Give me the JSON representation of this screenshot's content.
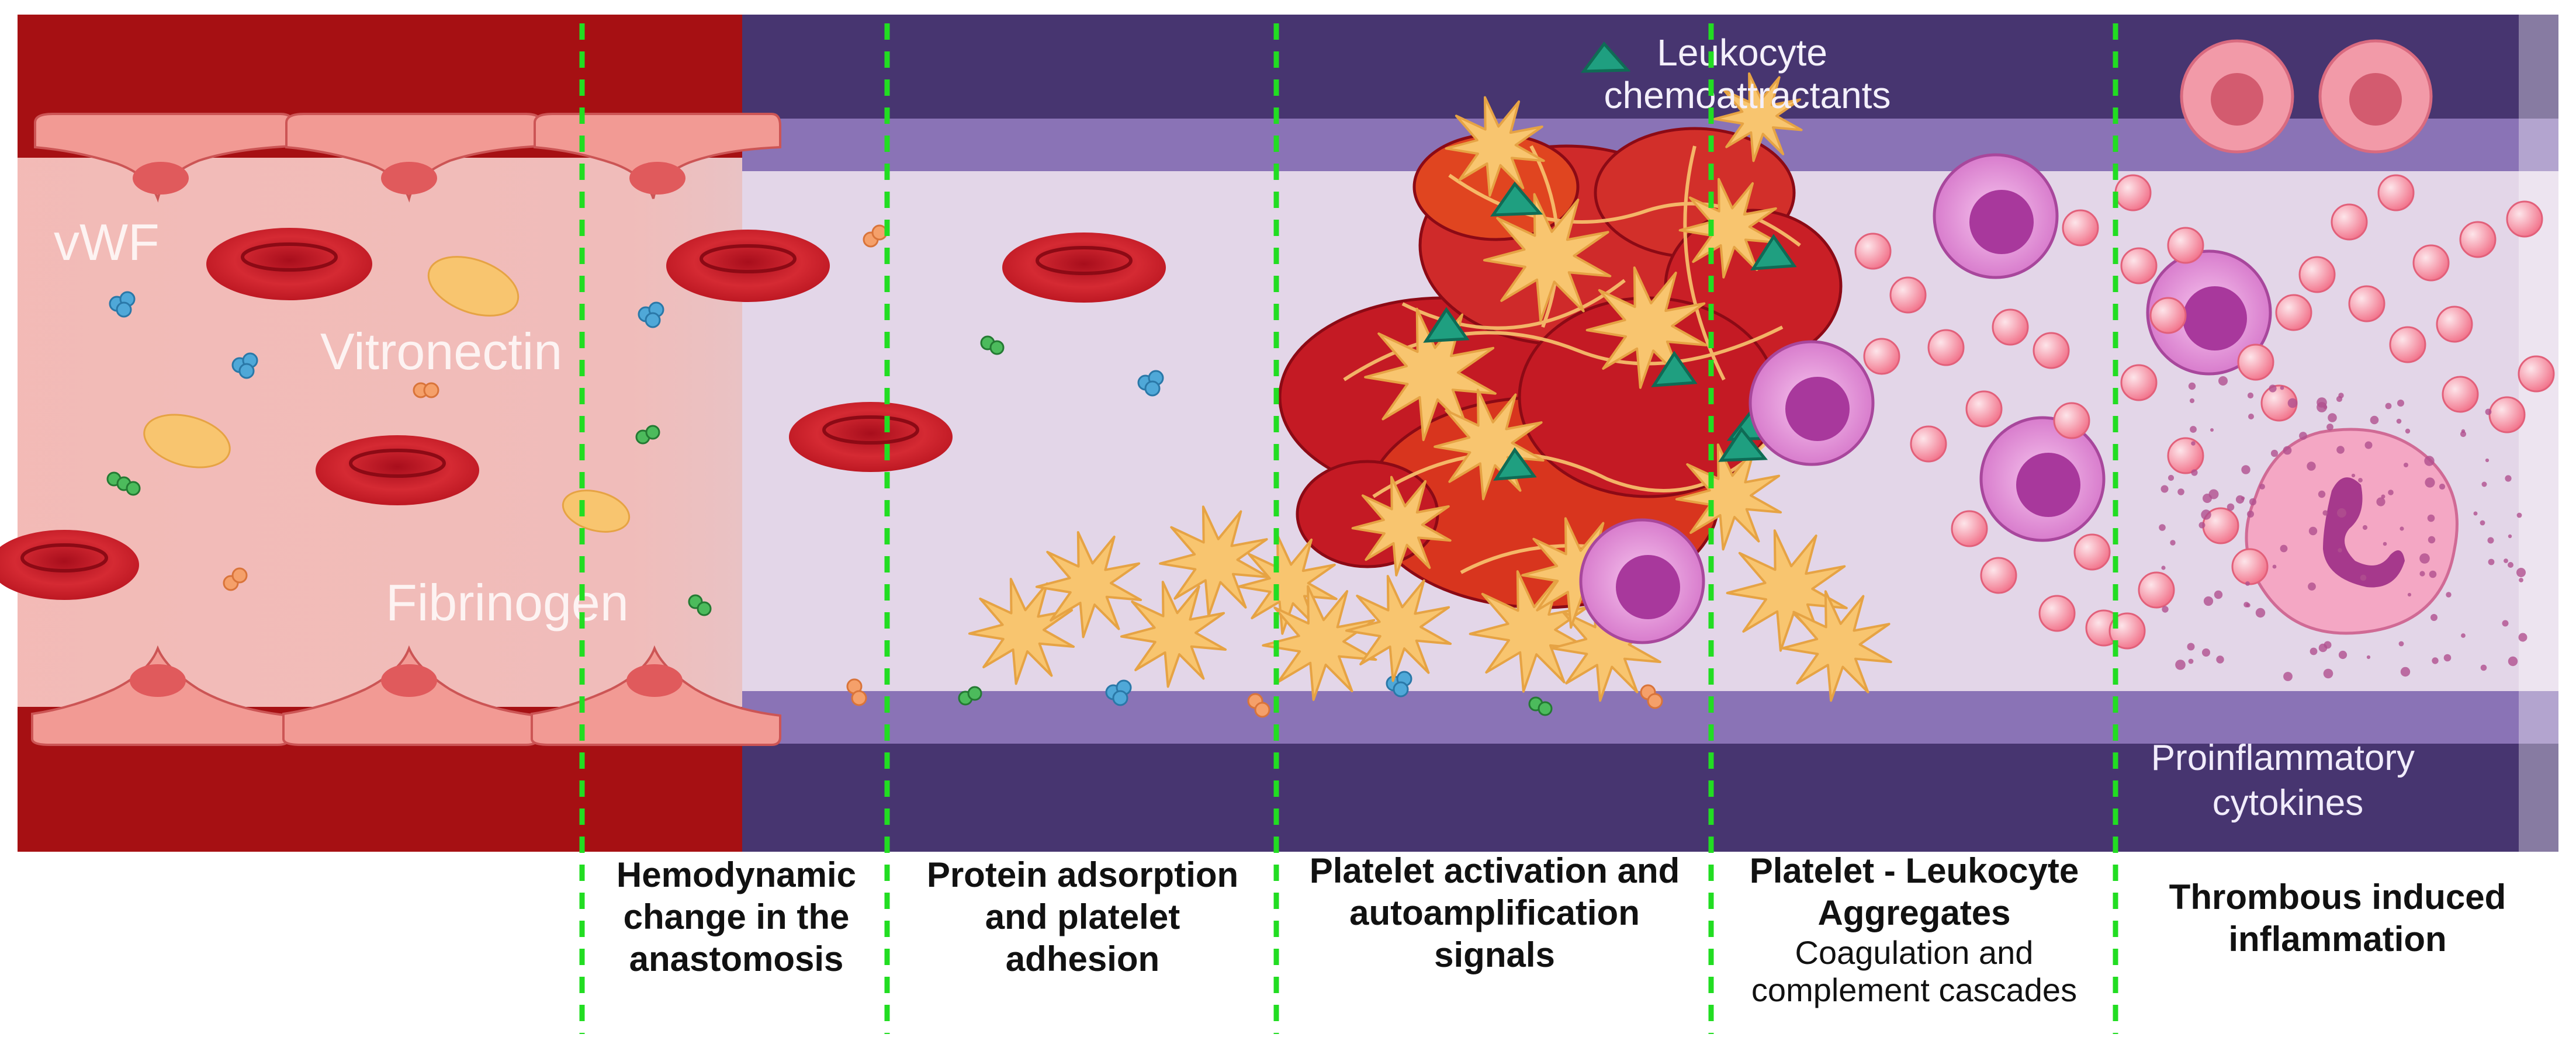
{
  "labels": {
    "vwf": "vWF",
    "vitronectin": "Vitronectin",
    "fibrinogen": "Fibrinogen",
    "leukocyte_chemoattractants": [
      "Leukocyte",
      "chemoattractants"
    ],
    "proinflammatory_cytokines": [
      "Proinflammatory",
      "cytokines"
    ]
  },
  "stages": [
    {
      "title": [
        "Hemodynamic",
        "change in the",
        "anastomosis"
      ]
    },
    {
      "title": [
        "Protein adsorption",
        "and platelet",
        "adhesion"
      ]
    },
    {
      "title": [
        "Platelet activation and",
        "autoamplification",
        "signals"
      ]
    },
    {
      "title": [
        "Platelet - Leukocyte",
        "Aggregates"
      ],
      "subtitle": [
        "Coagulation and",
        "complement cascades"
      ]
    },
    {
      "title": [
        "Thrombous induced",
        "inflammation"
      ]
    }
  ],
  "colors": {
    "artery_wall": "#a61013",
    "outer_wall": "#473570",
    "mid_wall": "#8a73b6",
    "lumen": "#e3d6e8",
    "stage_divider": "#22dd22",
    "rbc": "#d0202e",
    "platelet": "#f7bd67",
    "leukocyte": "#c64fb8",
    "chemoattractant": "#1f9f80",
    "cytokine": "#f27a8f"
  },
  "icons": [
    "red-blood-cell-icon",
    "endothelial-cell-icon",
    "platelet-icon",
    "activated-platelet-icon",
    "leukocyte-icon",
    "neutrophil-icon",
    "chemoattractant-triangle-icon",
    "cytokine-droplet-icon",
    "protein-cluster-icon"
  ]
}
